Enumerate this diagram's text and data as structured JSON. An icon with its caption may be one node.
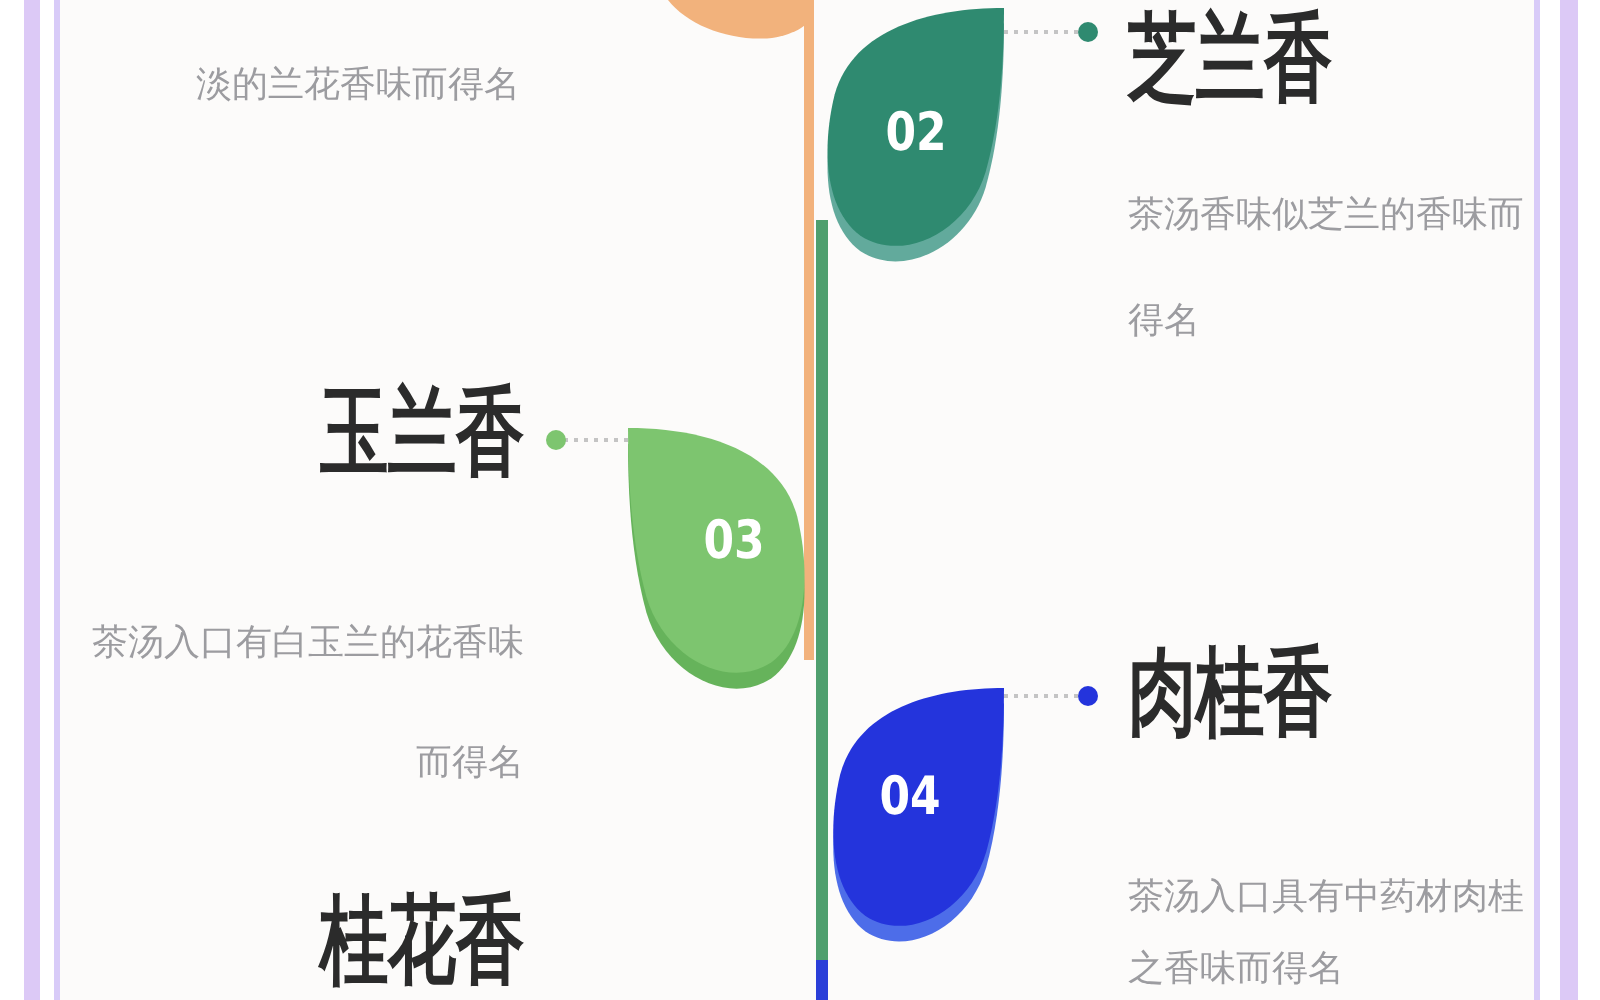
{
  "diagram": {
    "nodes": [
      {
        "text": [],
        "shape": "leaf"
      },
      {
        "text": [
          "02"
        ]
      },
      {
        "text": [
          "芝兰香",
          "茶汤香味似芝兰的香味而得名"
        ]
      },
      {
        "text": [
          "玉兰香",
          "茶汤入口有白玉兰的花香味而得名"
        ]
      },
      {
        "text": [
          "03"
        ]
      },
      {
        "text": [
          "04"
        ]
      },
      {
        "text": [
          "肉桂香",
          "茶汤入口具有中药材肉桂之香味而得名"
        ]
      }
    ],
    "edges": [
      {
        "from": 1,
        "to": 2,
        "arrow": "other",
        "style": "dashed"
      },
      {
        "from": 4,
        "to": 3,
        "arrow": "other",
        "style": "dashed"
      },
      {
        "from": 5,
        "to": 6,
        "arrow": "other",
        "style": "dashed"
      }
    ],
    "labels": [
      "淡的兰花香味而得名",
      "桂花香"
    ]
  }
}
